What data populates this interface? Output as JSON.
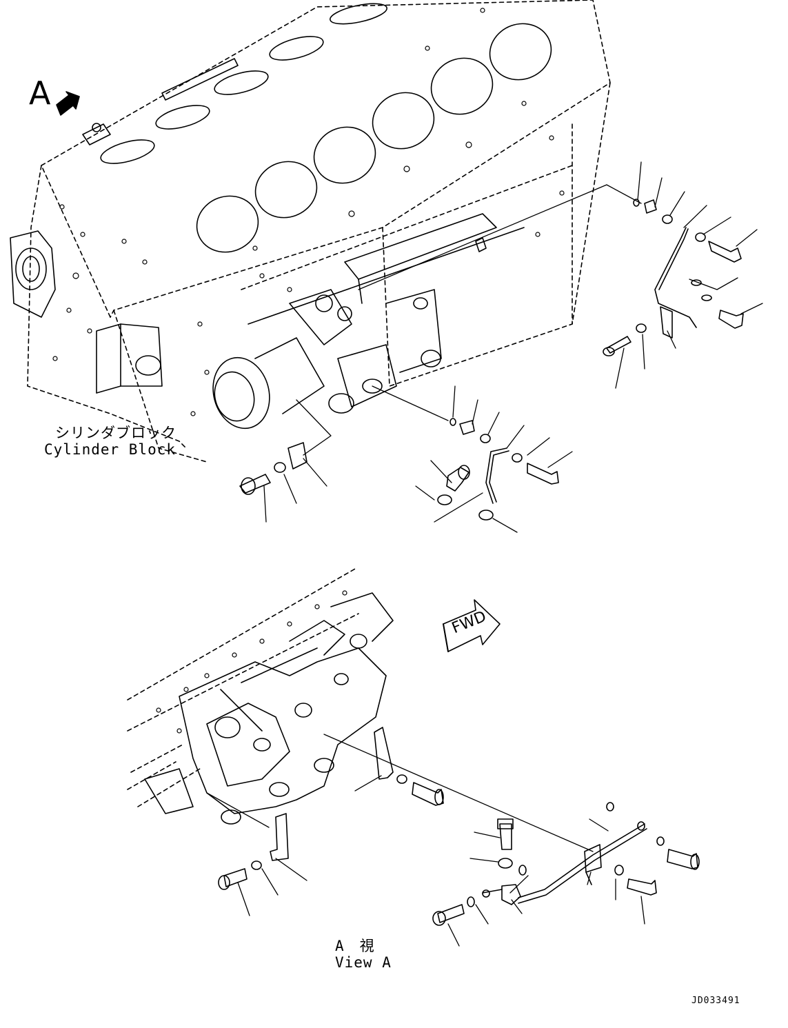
{
  "view_marker": "A",
  "cylinder_block": {
    "jp": "シリンダブロック",
    "en": "Cylinder Block"
  },
  "fwd_label": "FWD",
  "view_a": {
    "jp": "A　視",
    "en": "View A"
  },
  "drawing_number": "JD033491"
}
